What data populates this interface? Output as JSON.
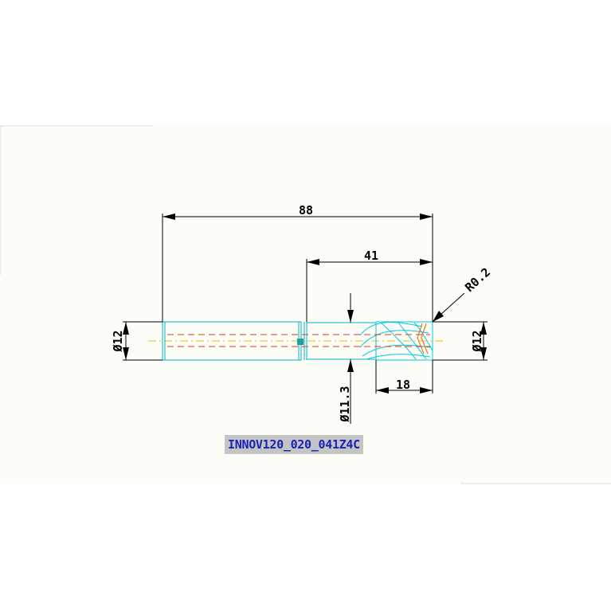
{
  "drawing": {
    "part_number": "INNOV120_020_041Z4C",
    "dimensions": {
      "overall_length": "88",
      "cutting_length": "41",
      "flute_length": "18",
      "corner_radius": "R0.2",
      "shank_diameter": "Ø12",
      "cutter_diameter": "Ø12",
      "neck_diameter": "Ø11.3"
    }
  },
  "colors": {
    "outline": "#00b4c8",
    "flute": "#00c8dc",
    "hidden_line": "#e8341c",
    "center_line": "#e8c800",
    "dimension": "#000000",
    "label_text": "#1b22b8",
    "label_bg": "#c4c4c4"
  }
}
